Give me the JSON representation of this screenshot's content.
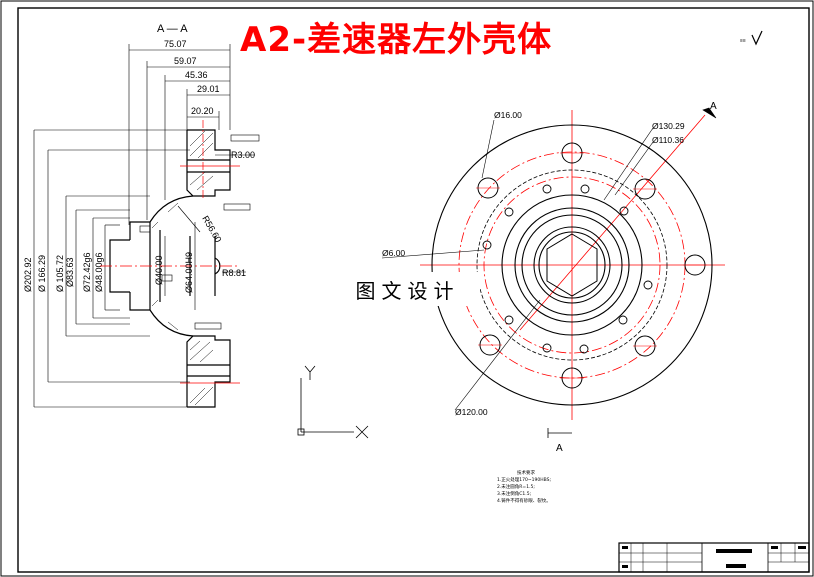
{
  "title": "A2-差速器左外壳体",
  "watermark": "图文设计",
  "section_label": "A — A",
  "section_arrow_top": "A",
  "section_arrow_bottom": "A",
  "dims_horizontal": [
    "75.07",
    "59.07",
    "45.36",
    "29.01",
    "20.20"
  ],
  "dims_diameter_left": [
    "Ø202.92",
    "Ø 166.29",
    "Ø 105.72",
    "Ø83.63",
    "Ø72.42g6",
    "Ø48.00g6"
  ],
  "dims_inner": [
    "Ø40.00",
    "Ø64.00H9"
  ],
  "radii": [
    "R3.00",
    "R56.60",
    "R8.81"
  ],
  "dims_front": [
    "Ø16.00",
    "Ø130.29",
    "Ø110.36",
    "Ø6.00",
    "Ø120.00"
  ],
  "axis_labels": {
    "y": "Y"
  },
  "notes": [
    "技术要求",
    "1.正火处理170~190HBS;",
    "2.未注圆角R=1.5;",
    "3.未注倒角C1.5;",
    "4.铸件不得有砂眼、裂纹。"
  ],
  "colors": {
    "title": "#ff0000",
    "center": "#ff0000",
    "line": "#000000"
  }
}
